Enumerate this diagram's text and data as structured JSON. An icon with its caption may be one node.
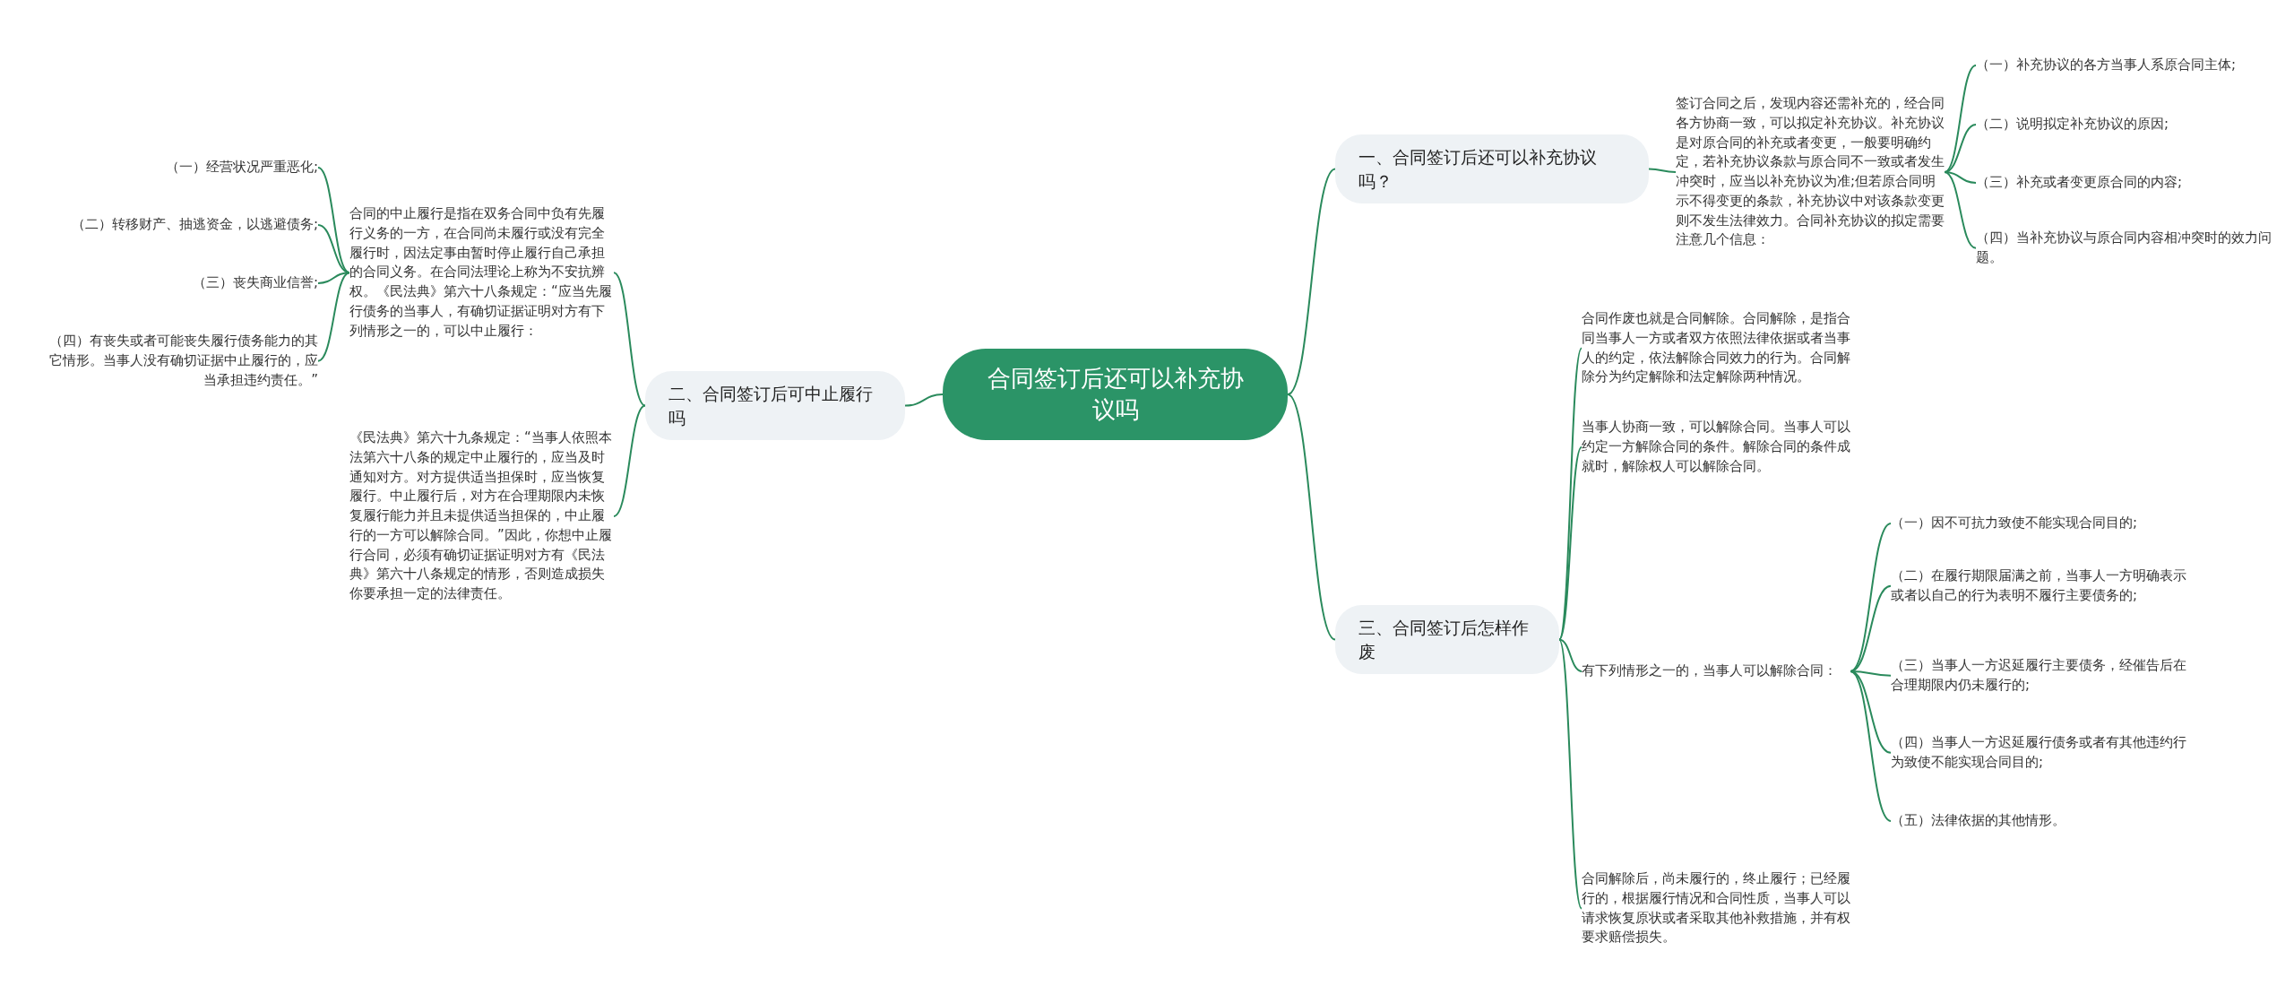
{
  "diagram": {
    "nodes": [
      {
        "text": [
          "合同签订后还可以补充协议吗"
        ]
      },
      {
        "text": [
          "一、合同签订后还可以补充协议吗？"
        ]
      },
      {
        "text": [
          "签订合同之后，发现内容还需补充的，经合同各方协商一致，可以拟定补充协议。补充协议是对原合同的补充或者变更，一般要明确约定，若补充协议条款与原合同不一致或者发生冲突时，应当以补充协议为准;但若原合同明示不得变更的条款，补充协议中对该条款变更则不发生法律效力。合同补充协议的拟定需要注意几个信息："
        ]
      },
      {
        "text": [
          "（一）补充协议的各方当事人系原合同主体;"
        ]
      },
      {
        "text": [
          "（二）说明拟定补充协议的原因;"
        ]
      },
      {
        "text": [
          "（三）补充或者变更原合同的内容;"
        ]
      },
      {
        "text": [
          "（四）当补充协议与原合同内容相冲突时的效力问题。"
        ]
      },
      {
        "text": [
          "二、合同签订后可中止履行吗"
        ]
      },
      {
        "text": [
          "合同的中止履行是指在双务合同中负有先履行义务的一方，在合同尚未履行或没有完全履行时，因法定事由暂时停止履行自己承担的合同义务。在合同法理论上称为不安抗辨权。《民法典》第六十八条规定：“应当先履行债务的当事人，有确切证据证明对方有下列情形之一的，可以中止履行："
        ]
      },
      {
        "text": [
          "（一）经营状况严重恶化;"
        ]
      },
      {
        "text": [
          "（二）转移财产、抽逃资金，以逃避债务;"
        ]
      },
      {
        "text": [
          "（三）丧失商业信誉;"
        ]
      },
      {
        "text": [
          "（四）有丧失或者可能丧失履行债务能力的其它情形。当事人没有确切证据中止履行的，应当承担违约责任。”"
        ]
      },
      {
        "text": [
          "《民法典》第六十九条规定：“当事人依照本法第六十八条的规定中止履行的，应当及时通知对方。对方提供适当担保时，应当恢复履行。中止履行后，对方在合理期限内未恢复履行能力并且未提供适当担保的，中止履行的一方可以解除合同。”因此，你想中止履行合同，必须有确切证据证明对方有《民法典》第六十八条规定的情形，否则造成损失你要承担一定的法律责任。"
        ]
      },
      {
        "text": [
          "三、合同签订后怎样作废"
        ]
      },
      {
        "text": [
          "合同作废也就是合同解除。合同解除，是指合同当事人一方或者双方依照法律依据或者当事人的约定，依法解除合同效力的行为。合同解除分为约定解除和法定解除两种情况。"
        ]
      },
      {
        "text": [
          "当事人协商一致，可以解除合同。当事人可以约定一方解除合同的条件。解除合同的条件成就时，解除权人可以解除合同。"
        ]
      },
      {
        "text": [
          "有下列情形之一的，当事人可以解除合同："
        ]
      },
      {
        "text": [
          "（一）因不可抗力致使不能实现合同目的;"
        ]
      },
      {
        "text": [
          "（二）在履行期限届满之前，当事人一方明确表示或者以自己的行为表明不履行主要债务的;"
        ]
      },
      {
        "text": [
          "（三）当事人一方迟延履行主要债务，经催告后在合理期限内仍未履行的;"
        ]
      },
      {
        "text": [
          "（四）当事人一方迟延履行债务或者有其他违约行为致使不能实现合同目的;"
        ]
      },
      {
        "text": [
          "（五）法律依据的其他情形。"
        ]
      },
      {
        "text": [
          "合同解除后，尚未履行的，终止履行；已经履行的，根据履行情况和合同性质，当事人可以请求恢复原状或者采取其他补救措施，并有权要求赔偿损失。"
        ]
      }
    ],
    "edges": [
      {
        "from": 0,
        "to": 1,
        "arrow": "none"
      },
      {
        "from": 1,
        "to": 2,
        "arrow": "none"
      },
      {
        "from": 2,
        "to": 3,
        "arrow": "none"
      },
      {
        "from": 2,
        "to": 4,
        "arrow": "none"
      },
      {
        "from": 2,
        "to": 5,
        "arrow": "none"
      },
      {
        "from": 2,
        "to": 6,
        "arrow": "none"
      },
      {
        "from": 0,
        "to": 7,
        "arrow": "none"
      },
      {
        "from": 7,
        "to": 8,
        "arrow": "none"
      },
      {
        "from": 8,
        "to": 9,
        "arrow": "none"
      },
      {
        "from": 8,
        "to": 10,
        "arrow": "none"
      },
      {
        "from": 8,
        "to": 11,
        "arrow": "none"
      },
      {
        "from": 8,
        "to": 12,
        "arrow": "none"
      },
      {
        "from": 7,
        "to": 13,
        "arrow": "none"
      },
      {
        "from": 0,
        "to": 14,
        "arrow": "none"
      },
      {
        "from": 14,
        "to": 15,
        "arrow": "none"
      },
      {
        "from": 14,
        "to": 16,
        "arrow": "none"
      },
      {
        "from": 14,
        "to": 17,
        "arrow": "none"
      },
      {
        "from": 17,
        "to": 18,
        "arrow": "none"
      },
      {
        "from": 17,
        "to": 19,
        "arrow": "none"
      },
      {
        "from": 17,
        "to": 20,
        "arrow": "none"
      },
      {
        "from": 17,
        "to": 21,
        "arrow": "none"
      },
      {
        "from": 17,
        "to": 22,
        "arrow": "none"
      },
      {
        "from": 14,
        "to": 23,
        "arrow": "none"
      }
    ]
  }
}
